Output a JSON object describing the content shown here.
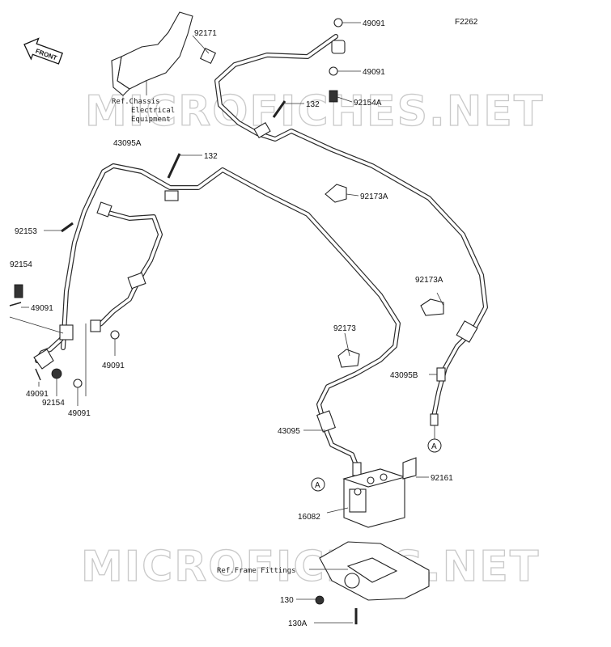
{
  "diagram_code": "F2262",
  "front_label": "FRONT",
  "watermark": "MICROFICHES.NET",
  "ref_chassis": [
    "Ref.Chassis",
    "Electrical",
    "Equipment"
  ],
  "ref_frame": "Ref.Frame Fittings",
  "callout_a": "A",
  "labels": {
    "p92171": "92171",
    "p49091_top": "49091",
    "p49091_mid": "49091",
    "p132_top": "132",
    "p92154A": "92154A",
    "p43095A": "43095A",
    "p132_left": "132",
    "p92173A_top": "92173A",
    "p92153": "92153",
    "p92154_left": "92154",
    "p49091_left": "49091",
    "p92173A_right": "92173A",
    "p92173": "92173",
    "p49091_center": "49091",
    "p43095B": "43095B",
    "p49091_bottom": "49091",
    "p92154_bottom": "92154",
    "p49091_lowest": "49091",
    "p43095": "43095",
    "p92161": "92161",
    "p16082": "16082",
    "p130": "130",
    "p130A": "130A"
  }
}
